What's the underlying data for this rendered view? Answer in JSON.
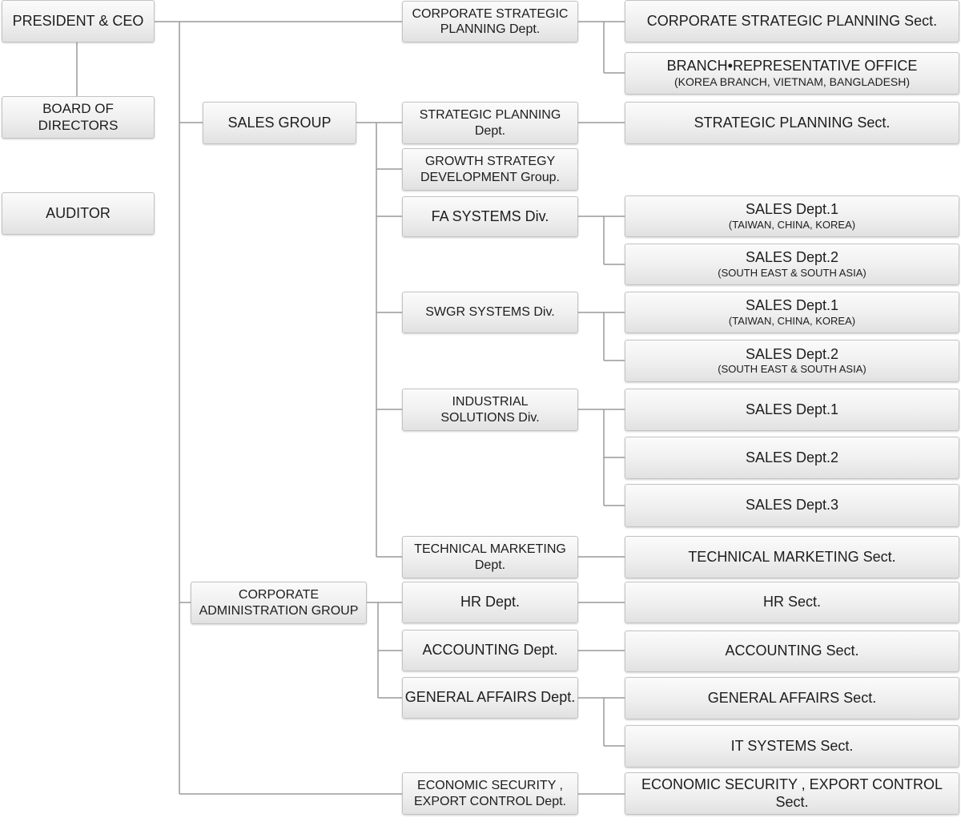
{
  "org": {
    "ceo": "PRESIDENT & CEO",
    "board": "BOARD OF DIRECTORS",
    "auditor": "AUDITOR",
    "csp_dept": [
      "CORPORATE STRATEGIC",
      "PLANNING Dept."
    ],
    "csp_sect": "CORPORATE STRATEGIC PLANNING Sect.",
    "branch": {
      "title": "BRANCH•REPRESENTATIVE OFFICE",
      "sub": "(KOREA BRANCH, VIETNAM, BANGLADESH)"
    },
    "sales_group": "SALES GROUP",
    "sp_dept": [
      "STRATEGIC PLANNING",
      "Dept."
    ],
    "sp_sect": "STRATEGIC PLANNING Sect.",
    "growth": [
      "GROWTH STRATEGY",
      "DEVELOPMENT Group."
    ],
    "fa_div": "FA SYSTEMS Div.",
    "fa_sales1": {
      "title": "SALES Dept.1",
      "sub": "(TAIWAN, CHINA, KOREA)"
    },
    "fa_sales2": {
      "title": "SALES Dept.2",
      "sub": "(SOUTH EAST & SOUTH ASIA)"
    },
    "swgr_div": "SWGR SYSTEMS Div.",
    "swgr_sales1": {
      "title": "SALES Dept.1",
      "sub": "(TAIWAN, CHINA, KOREA)"
    },
    "swgr_sales2": {
      "title": "SALES Dept.2",
      "sub": "(SOUTH EAST & SOUTH ASIA)"
    },
    "is_div": [
      "INDUSTRIAL",
      "SOLUTIONS Div."
    ],
    "is_sales1": "SALES Dept.1",
    "is_sales2": "SALES Dept.2",
    "is_sales3": "SALES Dept.3",
    "tm_dept": [
      "TECHNICAL MARKETING",
      "Dept."
    ],
    "tm_sect": "TECHNICAL MARKETING Sect.",
    "admin_group": [
      "CORPORATE",
      "ADMINISTRATION GROUP"
    ],
    "hr_dept": "HR Dept.",
    "hr_sect": "HR Sect.",
    "acc_dept": "ACCOUNTING Dept.",
    "acc_sect": "ACCOUNTING Sect.",
    "ga_dept": "GENERAL AFFAIRS Dept.",
    "ga_sect": "GENERAL AFFAIRS Sect.",
    "it_sect": "IT SYSTEMS Sect.",
    "es_dept": [
      "ECONOMIC SECURITY ,",
      "EXPORT CONTROL Dept."
    ],
    "es_sect": "ECONOMIC SECURITY , EXPORT CONTROL Sect."
  },
  "colors": {
    "line": "#9a9a9a",
    "box_border": "#c3c3c3",
    "text": "#1d1d1d"
  }
}
